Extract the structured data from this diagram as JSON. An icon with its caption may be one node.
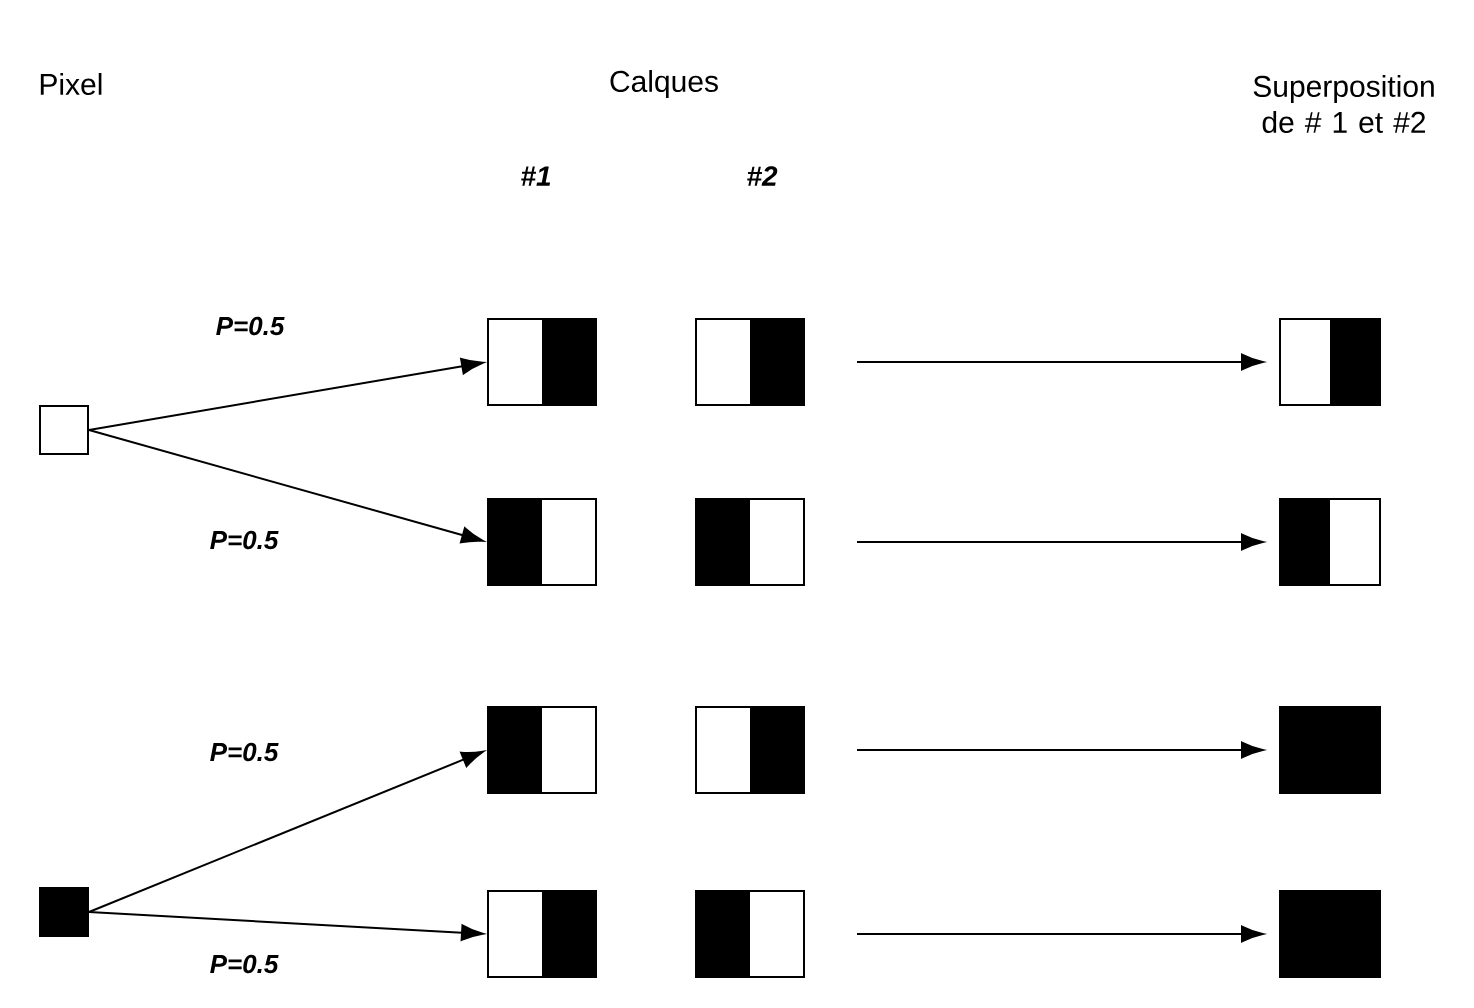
{
  "diagram": {
    "nodes": [
      {
        "text": [],
        "shape": "box"
      },
      {
        "text": [],
        "shape": "box"
      },
      {
        "text": [],
        "shape": "box"
      },
      {
        "text": [],
        "shape": "box"
      },
      {
        "text": [],
        "shape": "box"
      },
      {
        "text": [],
        "shape": "box"
      },
      {
        "text": [],
        "shape": "box"
      },
      {
        "text": [],
        "shape": "box"
      },
      {
        "text": [],
        "shape": "box"
      },
      {
        "text": [],
        "shape": "box"
      },
      {
        "text": [],
        "shape": "box"
      },
      {
        "text": [],
        "shape": "box"
      },
      {
        "text": [],
        "shape": "box"
      },
      {
        "text": [],
        "shape": "box"
      }
    ],
    "edges": [
      {
        "from": 0,
        "to": 2,
        "arrow": "to",
        "label": "P=0.5"
      },
      {
        "from": 0,
        "to": 5,
        "arrow": "to",
        "label": "P=0.5"
      },
      {
        "from": 1,
        "to": 8,
        "arrow": "to",
        "label": "P=0.5"
      },
      {
        "from": 1,
        "to": 11,
        "arrow": "to",
        "label": "P=0.5"
      },
      {
        "from": 3,
        "to": 4,
        "arrow": "to"
      },
      {
        "from": 6,
        "to": 7,
        "arrow": "to"
      },
      {
        "from": 9,
        "to": 10,
        "arrow": "to"
      },
      {
        "from": 12,
        "to": 13,
        "arrow": "to"
      }
    ],
    "labels": [
      "Pixel",
      "Calques",
      "Superposition de # 1 et #2",
      "#1",
      "#2"
    ]
  }
}
